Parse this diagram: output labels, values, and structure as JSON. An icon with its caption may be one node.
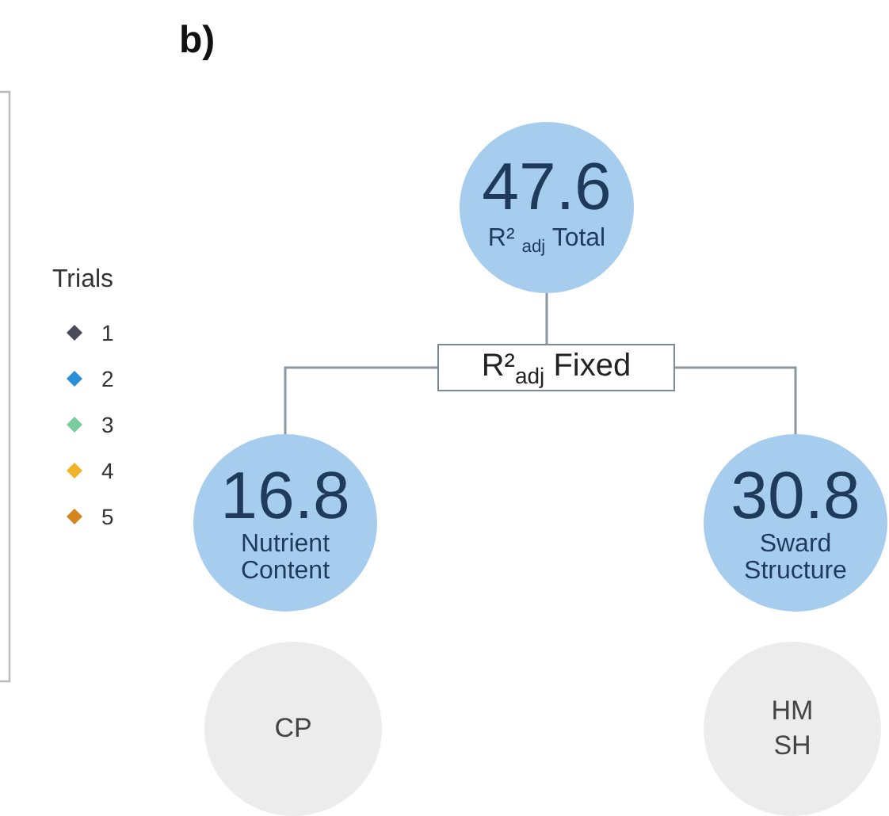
{
  "diagram": {
    "nodes": [
      {
        "text": [
          "47.6",
          "R² $_{adj}$ Total"
        ]
      },
      {
        "text": [
          "R²$_{adj}$ Fixed"
        ]
      },
      {
        "text": [
          "16.8",
          "Nutrient Content"
        ]
      },
      {
        "text": [
          "30.8",
          "Sward Structure"
        ]
      },
      {
        "text": [
          "CP"
        ]
      },
      {
        "text": [
          "HM SH"
        ]
      }
    ],
    "edges": [
      {
        "from": 0,
        "to": 1,
        "arrow": "none"
      },
      {
        "from": 1,
        "to": 2,
        "arrow": "none"
      },
      {
        "from": 1,
        "to": 3,
        "arrow": "none"
      }
    ],
    "labels": [
      "b)",
      "Trials"
    ],
    "legend": [
      {
        "text": "1",
        "color": "#4a4a5a"
      },
      {
        "text": "2",
        "color": "#2b8fd8"
      },
      {
        "text": "3",
        "color": "#7ccba0"
      },
      {
        "text": "4",
        "color": "#f0b429"
      },
      {
        "text": "5",
        "color": "#d4841c"
      }
    ]
  }
}
